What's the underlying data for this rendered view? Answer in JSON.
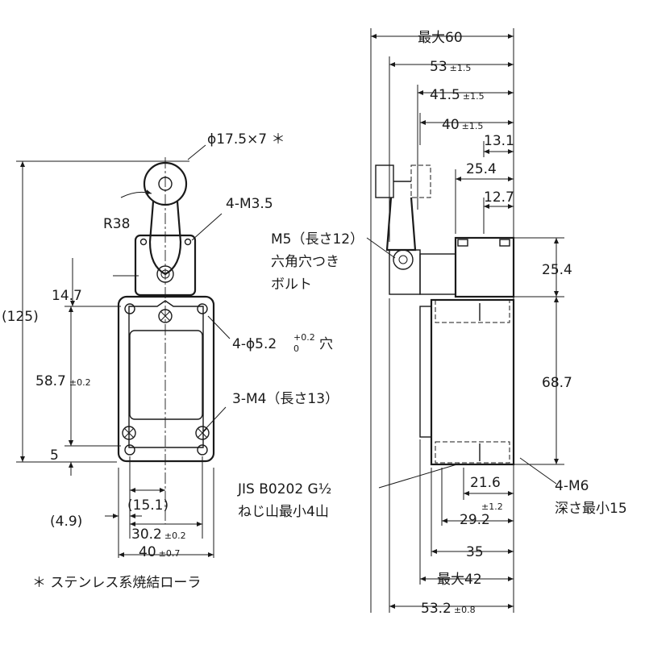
{
  "front_view": {
    "roller_spec": "ϕ17.5×7 ＊",
    "lever_radius": "R38",
    "head_screws": "4-M3.5",
    "overall_height": "(125)",
    "dim_14_7": "14.7",
    "dim_58_7": "58.7",
    "dim_58_7_tol": "±0.2",
    "dim_5": "5",
    "mount_holes_pre": "4-ϕ5.2",
    "mount_holes_tol_upper": "+0.2",
    "mount_holes_tol_lower": "0",
    "mount_holes_post": "穴",
    "cover_screws": "3-M4（長さ13）",
    "dim_4_9": "(4.9)",
    "dim_15_1": "(15.1)",
    "dim_30_2": "30.2",
    "dim_30_2_tol": "±0.2",
    "dim_40": "40",
    "dim_40_tol": "±0.7"
  },
  "footnote": "＊ ステンレス系焼結ローラ",
  "side_view": {
    "max_60": "最大60",
    "dim_53": "53",
    "dim_53_tol": "±1.5",
    "dim_41_5": "41.5",
    "dim_41_5_tol": "±1.5",
    "dim_40": "40",
    "dim_40_tol": "±1.5",
    "dim_13_1": "13.1",
    "dim_25_4_top": "25.4",
    "dim_12_7": "12.7",
    "bolt_line1": "M5（長さ12）",
    "bolt_line2": "六角穴つき",
    "bolt_line3": "ボルト",
    "dim_25_4_right": "25.4",
    "dim_68_7": "68.7",
    "conduit_line1": "JIS B0202 G½",
    "conduit_line2": "ねじ山最小4山",
    "mount_line1": "4-M6",
    "mount_line2": "深さ最小15",
    "dim_21_6": "21.6",
    "dim_29_2_tol": "±1.2",
    "dim_29_2": "29.2",
    "dim_35": "35",
    "max_42": "最大42",
    "dim_53_2": "53.2",
    "dim_53_2_tol": "±0.8"
  }
}
